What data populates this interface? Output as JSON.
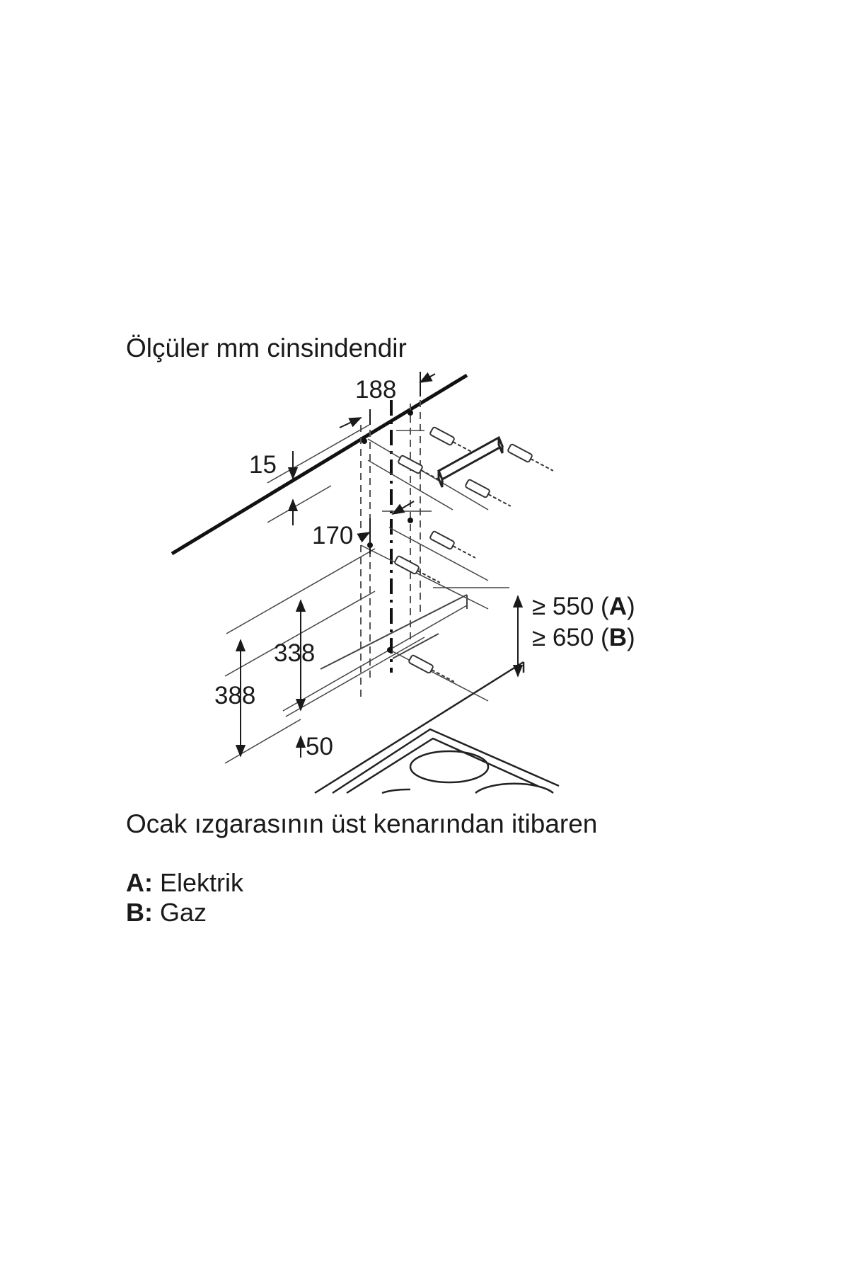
{
  "title": "Ölçüler mm cinsindendir",
  "note": "Ocak ızgarasının üst kenarından itibaren",
  "dimensions": {
    "d188": "188",
    "d15": "15",
    "d170": "170",
    "d338": "338",
    "d388": "388",
    "d50": "50",
    "min_a_prefix": "≥ 550 (",
    "min_a_key": "A",
    "min_b_prefix": "≥ 650 (",
    "min_b_key": "B",
    "close_paren": ")"
  },
  "legend": {
    "a_key": "A:",
    "a_text": "Elektrik",
    "b_key": "B:",
    "b_text": "Gaz"
  }
}
